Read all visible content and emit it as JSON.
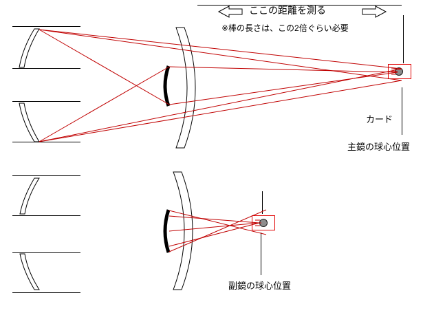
{
  "labels": {
    "measure_distance": "ここの距離を測る",
    "rod_note": "※棒の長さは、この2倍ぐらい必要",
    "card": "カード",
    "primary_center": "主鏡の球心位置",
    "secondary_center": "副鏡の球心位置"
  },
  "icons": {
    "left_arrow": "left-arrow-icon",
    "right_arrow": "right-arrow-icon",
    "light_source": "light-source-icon"
  },
  "colors": {
    "ray": "#c00000",
    "source_box": "#e00000",
    "outline": "#000000",
    "background": "#ffffff"
  }
}
